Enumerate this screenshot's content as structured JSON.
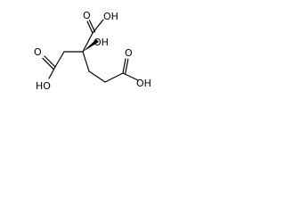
{
  "molecule": {
    "labels": {
      "top_oh": "OH",
      "top_o": "O",
      "hydroxyl_oh": "OH",
      "left_o": "O",
      "left_oh": "HO",
      "right_o": "O",
      "right_oh": "OH"
    },
    "colors": {
      "bond": "#000000",
      "text": "#000000",
      "background": "#ffffff"
    }
  }
}
